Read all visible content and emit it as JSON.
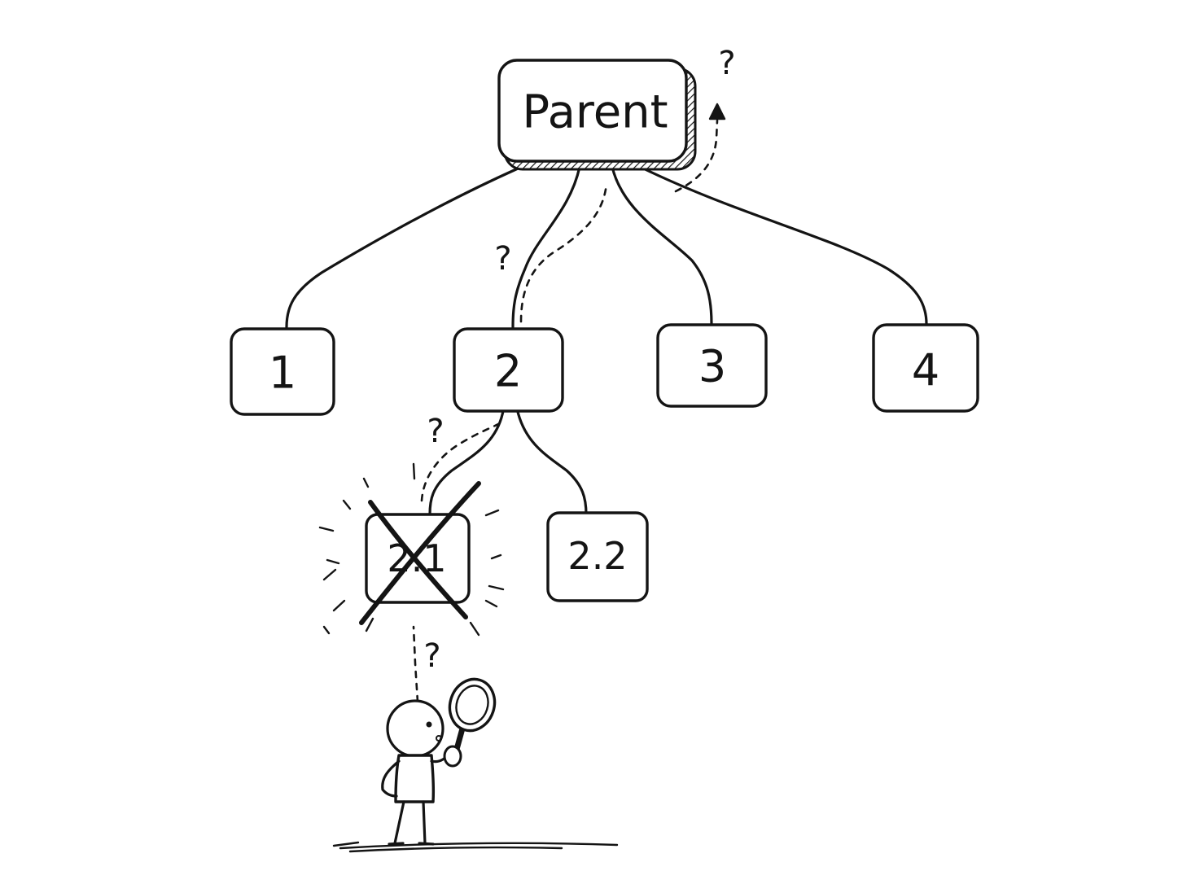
{
  "diagram": {
    "root": {
      "label": "Parent"
    },
    "children": [
      {
        "label": "1"
      },
      {
        "label": "2"
      },
      {
        "label": "3"
      },
      {
        "label": "4"
      }
    ],
    "grandchildren": [
      {
        "label": "2.1",
        "state": "deleted"
      },
      {
        "label": "2.2"
      }
    ],
    "question_mark": "?",
    "colors": {
      "ink": "#141414",
      "background": "#ffffff"
    },
    "icons": [
      "magnifying-glass-icon",
      "stick-figure-icon",
      "cross-out-icon",
      "dashed-arrow-icon"
    ]
  }
}
